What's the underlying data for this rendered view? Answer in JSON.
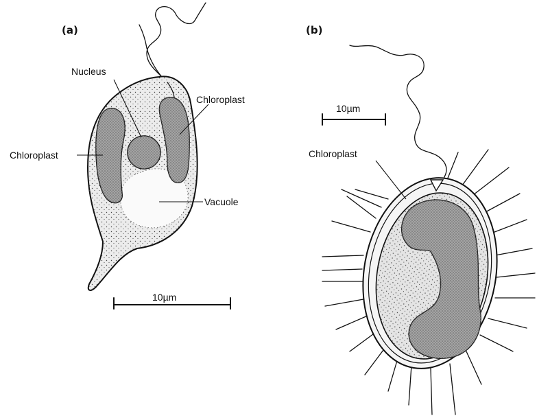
{
  "figure": {
    "panel_a": {
      "panel_label": "(a)",
      "labels": {
        "nucleus": "Nucleus",
        "chloroplast_left": "Chloroplast",
        "chloroplast_right": "Chloroplast",
        "vacuole": "Vacuole"
      },
      "scale_bar": "10µm"
    },
    "panel_b": {
      "panel_label": "(b)",
      "labels": {
        "chloroplast": "Chloroplast"
      },
      "scale_bar": "10µm"
    }
  }
}
